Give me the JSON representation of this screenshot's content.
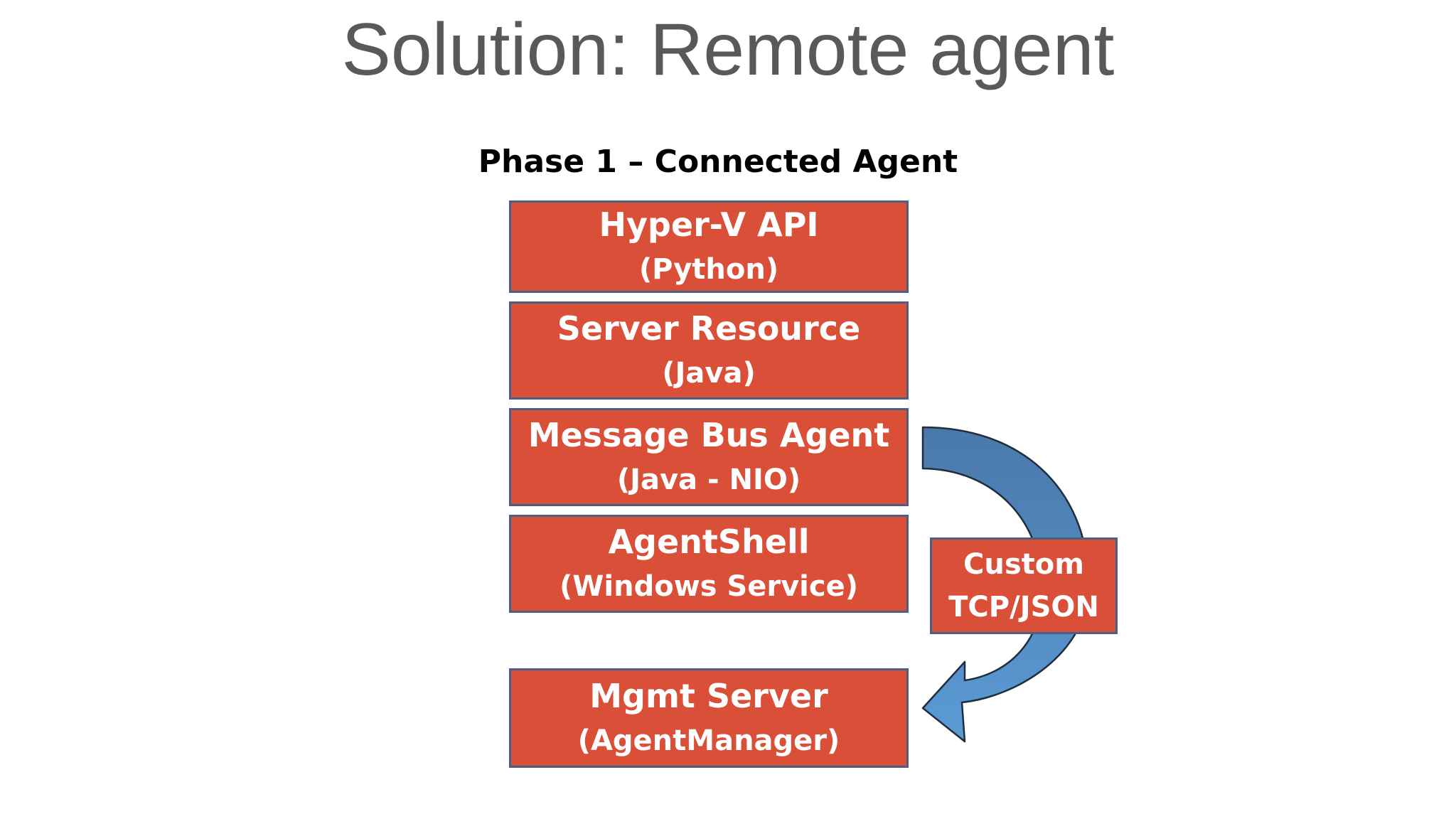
{
  "title": "Solution:  Remote agent",
  "diagram": {
    "heading": "Phase 1 – Connected Agent",
    "layers": [
      {
        "name": "Hyper-V API",
        "tech": "(Python)"
      },
      {
        "name": "Server Resource",
        "tech": "(Java)"
      },
      {
        "name": "Message Bus Agent",
        "tech": "(Java - NIO)"
      },
      {
        "name": "AgentShell",
        "tech": "(Windows Service)"
      },
      {
        "name": "Mgmt Server",
        "tech": "(AgentManager)"
      }
    ],
    "connector": {
      "line1": "Custom",
      "line2": "TCP/JSON"
    },
    "colors": {
      "box_fill": "#d94f38",
      "box_border": "#4a5f86",
      "arrow_top": "#4a78aa",
      "arrow_bottom": "#5b9bd5",
      "title_text": "#595959"
    }
  }
}
